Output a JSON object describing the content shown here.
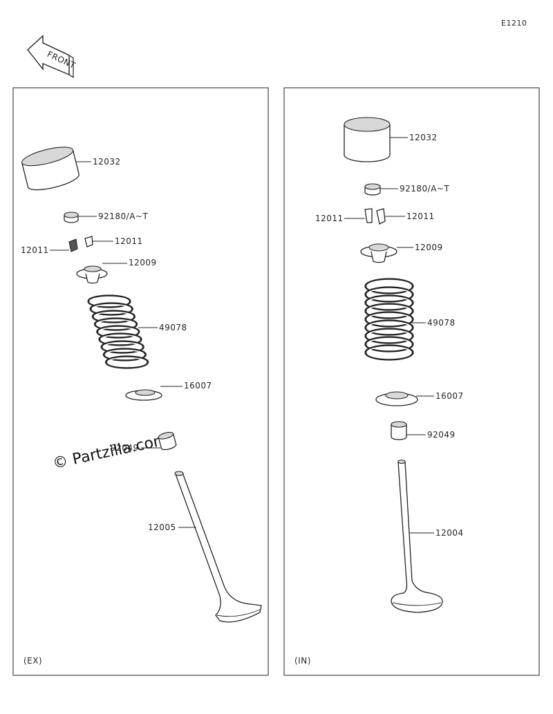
{
  "diagram_code": "E1210",
  "front_badge": "FRONT",
  "watermark": "© Partzilla.com",
  "panels": {
    "exhaust": {
      "caption": "(EX)",
      "labels": {
        "tappet": "12032",
        "shim": "92180/A~T",
        "cotter_left": "12011",
        "cotter_right": "12011",
        "retainer": "12009",
        "spring": "49078",
        "seat": "16007",
        "stem_seal": "92049",
        "valve": "12005"
      }
    },
    "intake": {
      "caption": "(IN)",
      "labels": {
        "tappet": "12032",
        "shim": "92180/A~T",
        "cotter_left": "12011",
        "cotter_right": "12011",
        "retainer": "12009",
        "spring": "49078",
        "seat": "16007",
        "stem_seal": "92049",
        "valve": "12004"
      }
    }
  }
}
